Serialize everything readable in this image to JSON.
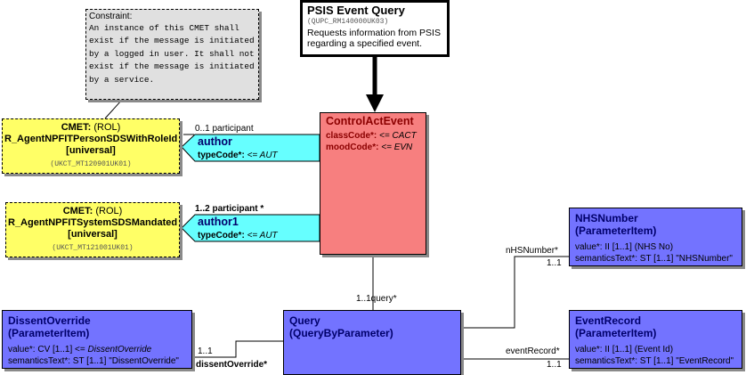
{
  "colors": {
    "act_fill": "#f77f7f",
    "param_fill": "#7373ff",
    "cmet_fill": "#ffff66",
    "participation_fill": "#66ffff",
    "constraint_fill": "#e0e0e0"
  },
  "constraint": {
    "title": "Constraint:",
    "lines": [
      "An instance of this CMET shall",
      "exist if the message is initiated",
      "by a logged in user. It shall not",
      "exist if the message is initiated",
      "by a service."
    ]
  },
  "entry": {
    "title": "PSIS Event Query",
    "id": "(QUPC_RM140000UK03)",
    "description_lines": [
      "Requests information from PSIS",
      "regarding a specified event."
    ]
  },
  "cmet1": {
    "label": "CMET:",
    "kind": "(ROL)",
    "name": "R_AgentNPFITPersonSDSWithRoleId",
    "scope": "[universal]",
    "id": "(UKCT_MT120901UK01)"
  },
  "cmet2": {
    "label": "CMET:",
    "kind": "(ROL)",
    "name": "R_AgentNPFITSystemSDSMandated",
    "scope": "[universal]",
    "id": "(UKCT_MT121001UK01)"
  },
  "author": {
    "multiplicity": "0..1 participant",
    "role": "author",
    "attr_name": "typeCode*:",
    "attr_value": "<= AUT"
  },
  "author1": {
    "multiplicity": "1..2 participant  *",
    "role": "author1",
    "attr_name": "typeCode*:",
    "attr_value": "<= AUT"
  },
  "control_act": {
    "title": "ControlActEvent",
    "attrs": [
      {
        "name": "classCode*:",
        "value": "<= CACT"
      },
      {
        "name": "moodCode*:",
        "value": "<= EVN"
      }
    ]
  },
  "query": {
    "title": "Query",
    "subtitle": "(QueryByParameter)",
    "link_label": "1..1query*"
  },
  "nhs_number": {
    "title": "NHSNumber",
    "subtitle": "(ParameterItem)",
    "attr1": "value*: II [1..1] (NHS No)",
    "attr2": "semanticsText*: ST [1..1] \"NHSNumber\"",
    "role": "nHSNumber*",
    "mult": "1..1"
  },
  "event_record": {
    "title": "EventRecord",
    "subtitle": "(ParameterItem)",
    "attr1": "value*: II [1..1] (Event Id)",
    "attr2": "semanticsText*: ST [1..1] \"EventRecord\"",
    "role": "eventRecord*",
    "mult": "1..1"
  },
  "dissent": {
    "title": "DissentOverride",
    "subtitle": "(ParameterItem)",
    "attr1_prefix": "value*: CV [1..1] <= ",
    "attr1_value": "DissentOverride",
    "attr2": "semanticsText*: ST [1..1] \"DissentOverride\"",
    "role": "dissentOverride*",
    "mult": "1..1"
  }
}
